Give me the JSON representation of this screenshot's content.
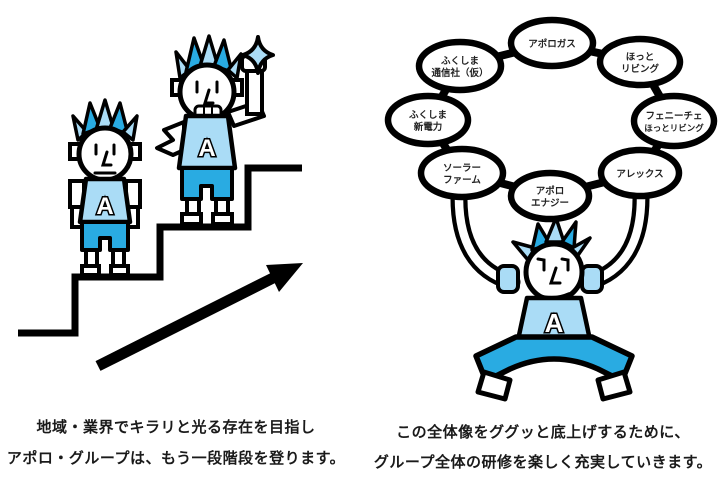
{
  "colors": {
    "background": "#ffffff",
    "outline": "#000000",
    "brand_blue": "#29abe2",
    "light_blue": "#aadcf6",
    "text": "#1a1a1a"
  },
  "left_scene": {
    "caption": {
      "line1": "地域・業界でキラリと光る存在を目指し",
      "line2": "アポロ・グループは、もう一段階段を登ります。"
    },
    "characters": {
      "front_shirt_letter": "A",
      "back_shirt_letter": "A"
    }
  },
  "right_scene": {
    "caption": {
      "line1": "この全体像をググッと底上げするために、",
      "line2": "グループ全体の研修を楽しく充実していきます。"
    },
    "character": {
      "shirt_letter": "A"
    },
    "companies": [
      {
        "line1": "アポロガス",
        "line2": ""
      },
      {
        "line1": "ふくしま",
        "line2": "通信社（仮）"
      },
      {
        "line1": "ほっと",
        "line2": "リビング"
      },
      {
        "line1": "ふくしま",
        "line2": "新電力"
      },
      {
        "line1": "フェニーチェ",
        "line2": "ほっとリビング"
      },
      {
        "line1": "ソーラー",
        "line2": "ファーム"
      },
      {
        "line1": "アレックス",
        "line2": ""
      },
      {
        "line1": "アポロ",
        "line2": "エナジー"
      }
    ]
  }
}
